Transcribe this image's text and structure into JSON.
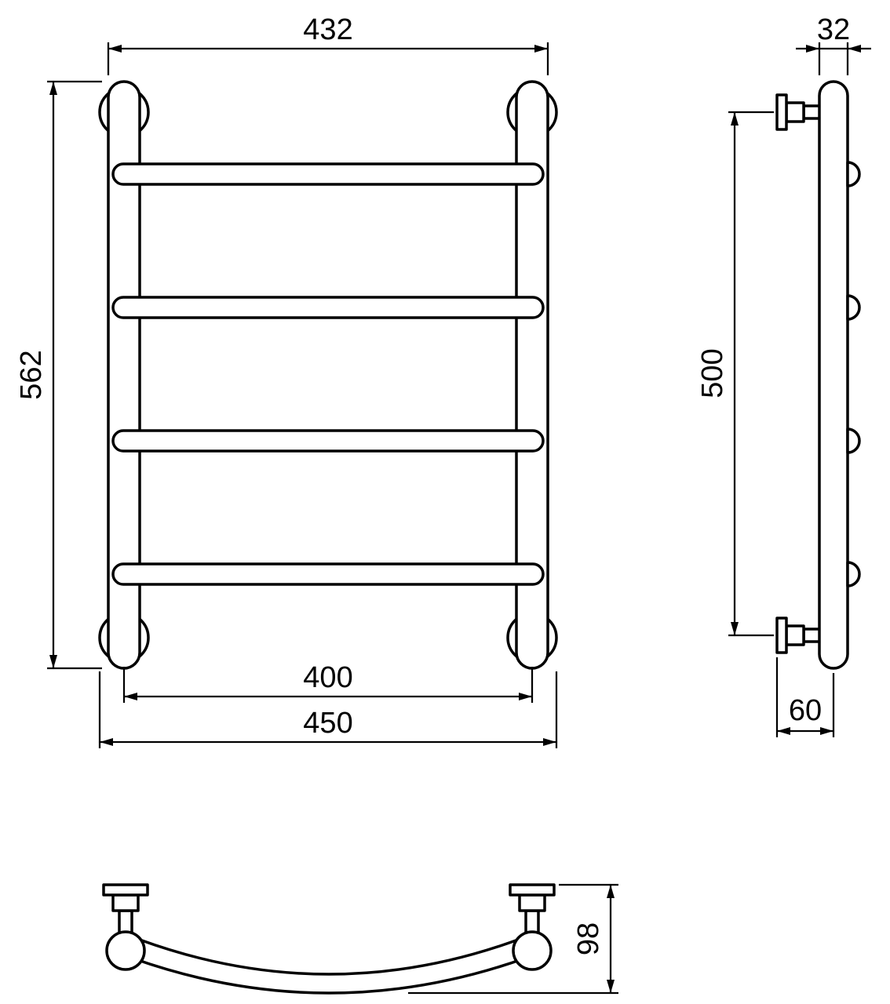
{
  "drawing": {
    "background": "#ffffff",
    "line_color": "#000000",
    "front_view": {
      "dim_top_width": "432",
      "dim_height": "562",
      "dim_axis_width": "400",
      "dim_overall_width": "450"
    },
    "side_view": {
      "dim_tube": "32",
      "dim_span": "500",
      "dim_offset": "60"
    },
    "plan_view": {
      "dim_depth": "98"
    }
  }
}
